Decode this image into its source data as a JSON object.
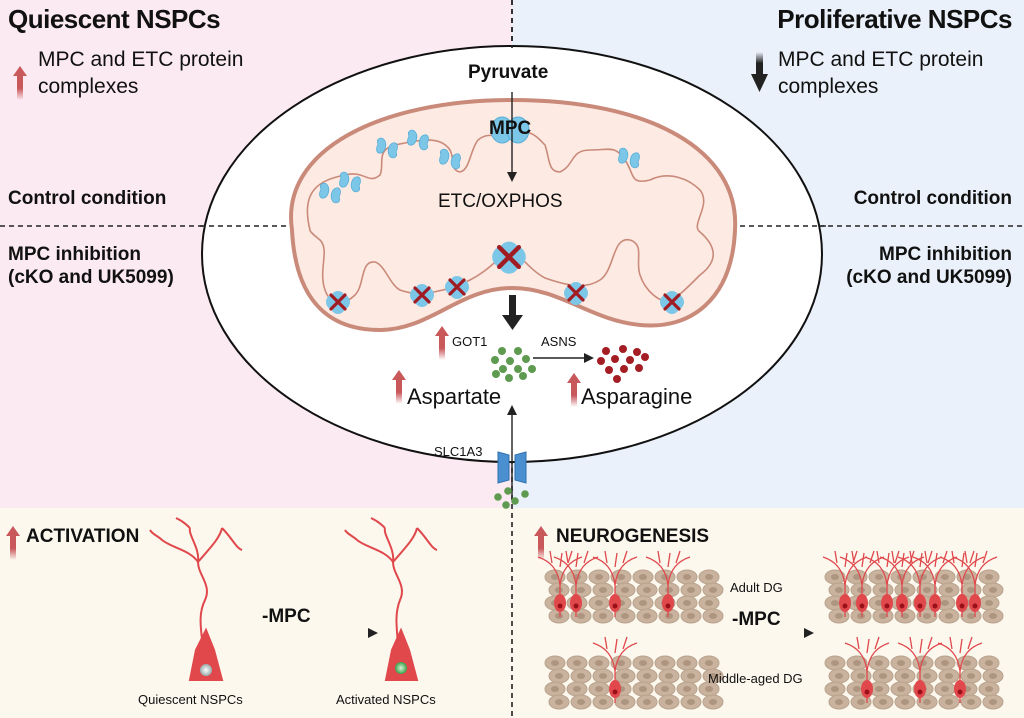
{
  "quiescent": {
    "title": "Quiescent NSPCs",
    "change_icon": "up-arrow-icon",
    "change_text_line1": "MPC and ETC protein",
    "change_text_line2": "complexes",
    "control_label": "Control condition",
    "inhibition_line1": "MPC inhibition",
    "inhibition_line2": "(cKO and UK5099)"
  },
  "proliferative": {
    "title": "Proliferative NSPCs",
    "change_icon": "down-arrow-icon",
    "change_text_line1": "MPC and ETC protein",
    "change_text_line2": "complexes",
    "control_label": "Control condition",
    "inhibition_line1": "MPC inhibition",
    "inhibition_line2": "(cKO and UK5099)"
  },
  "cell": {
    "pyruvate": "Pyruvate",
    "mpc": "MPC",
    "etc": "ETC/OXPHOS",
    "got1": "GOT1",
    "asns": "ASNS",
    "aspartate": "Aspartate",
    "asparagine": "Asparagine",
    "transporter": "SLC1A3"
  },
  "activation": {
    "title": "ACTIVATION",
    "arrow_label": "-MPC",
    "from_label": "Quiescent NSPCs",
    "to_label": "Activated NSPCs"
  },
  "neurogenesis": {
    "title": "NEUROGENESIS",
    "arrow_label": "-MPC",
    "adult_label": "Adult DG",
    "middle_label": "Middle-aged DG"
  },
  "colors": {
    "quiescent_bg": "#fbeaf1",
    "proliferative_bg": "#eaf1fa",
    "bottom_bg": "#fcf8ee",
    "up_arrow": "#c9585b",
    "protein": "#7cc6e8",
    "inhibit_x": "#a01c22",
    "aspartate_dot": "#5e9a4f",
    "asparagine_dot": "#a51d24",
    "mito_membrane": "#c98a7a",
    "mito_fill": "#fdeae3",
    "neuron": "#e0484c"
  }
}
